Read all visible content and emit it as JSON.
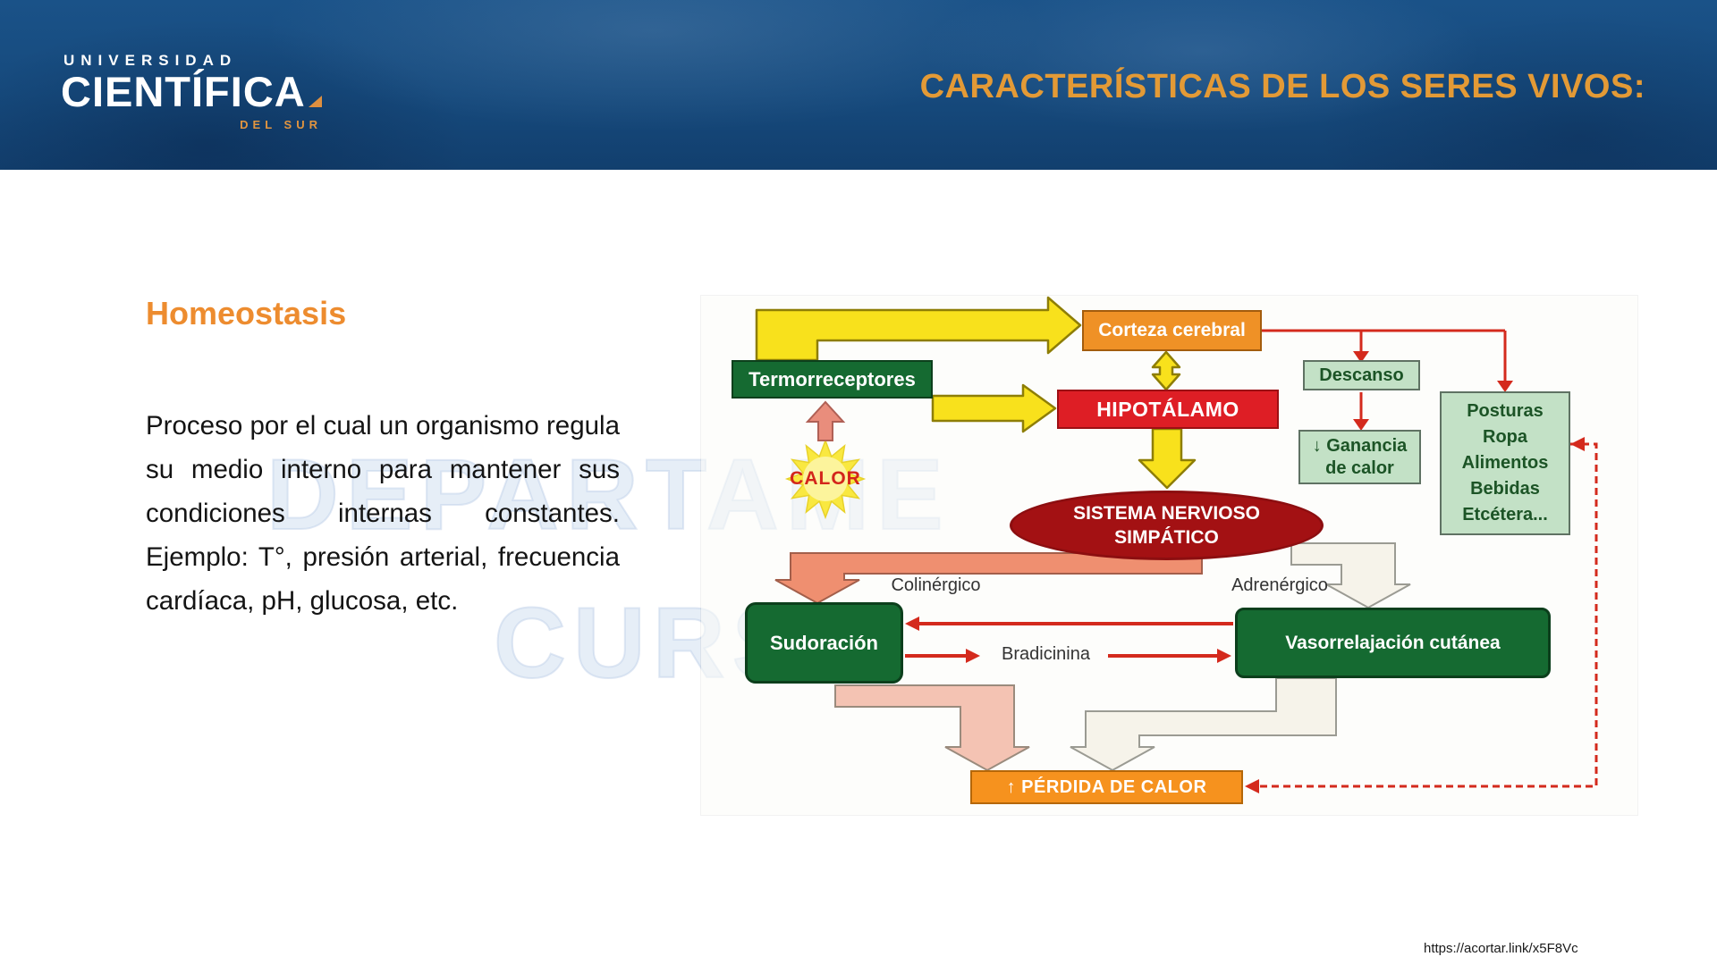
{
  "header": {
    "logo_line1": "UNIVERSIDAD",
    "logo_line2": "CIENTÍFICA",
    "logo_line3": "DEL SUR",
    "title": "CARACTERÍSTICAS DE LOS SERES VIVOS:"
  },
  "content": {
    "heading": "Homeostasis",
    "paragraph": "Proceso por el cual un organismo regula su medio interno para mantener sus condiciones internas constantes. Ejemplo: T°, presión arterial, frecuencia cardíaca, pH, glucosa, etc."
  },
  "watermark": {
    "line1": "DEPARTAME",
    "line2": "CURS"
  },
  "diagram": {
    "termorreceptores": "Termorreceptores",
    "corteza_cerebral": "Corteza cerebral",
    "hipotalamo": "HIPOTÁLAMO",
    "descanso": "Descanso",
    "ganancia_de_calor": "↓ Ganancia\nde calor",
    "posturas": "Posturas\nRopa\nAlimentos\nBebidas\nEtcétera...",
    "calor": "CALOR",
    "sistema_nervioso": "SISTEMA NERVIOSO\nSIMPÁTICO",
    "colinergico": "Colinérgico",
    "adrenergico": "Adrenérgico",
    "sudoracion": "Sudoración",
    "vasorrelajacion": "Vasorrelajación cutánea",
    "bradicinina": "Bradicinina",
    "perdida_de_calor": "↑ PÉRDIDA DE CALOR"
  },
  "footer": {
    "link": "https://acortar.link/x5F8Vc"
  },
  "colors": {
    "header_blue": "#164a7d",
    "title_orange": "#E39A36",
    "heading_orange": "#ED8C2F",
    "box_green_dark": "#156A31",
    "box_green_light": "#C3E1C6",
    "box_red": "#DE1E25",
    "ellipse_dark_red": "#A31113",
    "box_orange": "#EF9126",
    "perdida_orange": "#F6921E",
    "arrow_yellow": "#F8E11C",
    "arrow_red": "#D42A1D",
    "arrow_salmon": "#EF8F70"
  }
}
